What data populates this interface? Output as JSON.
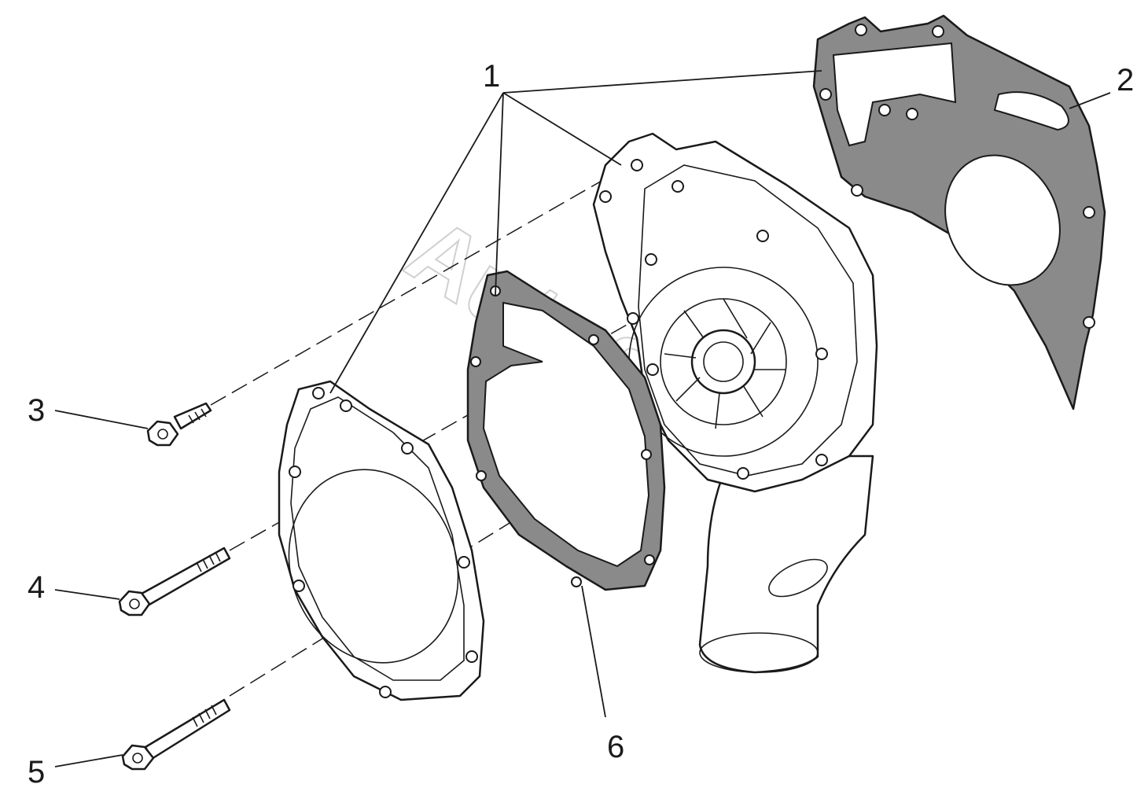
{
  "diagram": {
    "watermark": "AutoSoft",
    "callouts": {
      "c1": "1",
      "c2": "2",
      "c3": "3",
      "c4": "4",
      "c5": "5",
      "c6": "6"
    }
  }
}
